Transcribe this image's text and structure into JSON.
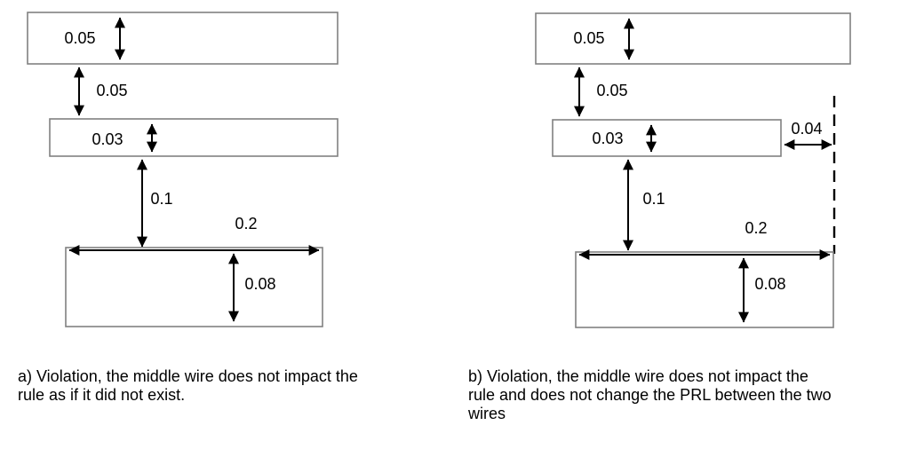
{
  "colors": {
    "background": "#ffffff",
    "wire_border": "#808080",
    "arrow": "#000000",
    "text": "#000000"
  },
  "diagram": {
    "panel_a": {
      "labels": {
        "top_wire_thickness": "0.05",
        "top_gap": "0.05",
        "middle_wire_thickness": "0.03",
        "bottom_gap": "0.1",
        "bottom_wire_width": "0.2",
        "bottom_wire_thickness": "0.08"
      },
      "caption_lines": [
        "a) Violation, the middle wire does not impact the",
        "rule as if it did not exist."
      ]
    },
    "panel_b": {
      "labels": {
        "top_wire_thickness": "0.05",
        "top_gap": "0.05",
        "middle_wire_thickness": "0.03",
        "prl_distance": "0.04",
        "bottom_gap": "0.1",
        "bottom_wire_width": "0.2",
        "bottom_wire_thickness": "0.08"
      },
      "caption_lines": [
        "b) Violation, the middle wire does not impact the",
        "rule and does not change the PRL between the two",
        "wires"
      ]
    }
  }
}
